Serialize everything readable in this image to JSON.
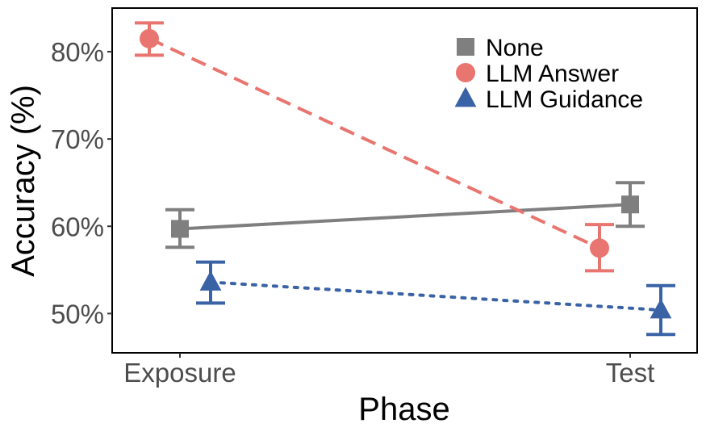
{
  "chart_data": {
    "type": "line",
    "xlabel": "Phase",
    "ylabel": "Accuracy (%)",
    "categories": [
      "Exposure",
      "Test"
    ],
    "yticks": [
      50,
      60,
      70,
      80
    ],
    "ytick_labels": [
      "50%",
      "60%",
      "70%",
      "80%"
    ],
    "ylim": [
      45.5,
      85
    ],
    "grid": false,
    "legend_position": "top-right",
    "series": [
      {
        "name": "None",
        "color": "#7f7f7f",
        "marker": "square",
        "line_style": "solid",
        "offset": "center",
        "values": [
          59.7,
          62.5
        ],
        "error_low": [
          57.6,
          60.0
        ],
        "error_high": [
          61.9,
          65.0
        ]
      },
      {
        "name": "LLM Answer",
        "color": "#e8756f",
        "marker": "circle",
        "line_style": "dashed",
        "offset": "left",
        "values": [
          81.5,
          57.5
        ],
        "error_low": [
          79.6,
          54.9
        ],
        "error_high": [
          83.3,
          60.2
        ]
      },
      {
        "name": "LLM Guidance",
        "color": "#3a63a6",
        "marker": "triangle",
        "line_style": "dotted",
        "offset": "right",
        "values": [
          53.6,
          50.4
        ],
        "error_low": [
          51.2,
          47.6
        ],
        "error_high": [
          55.9,
          53.2
        ]
      }
    ]
  }
}
